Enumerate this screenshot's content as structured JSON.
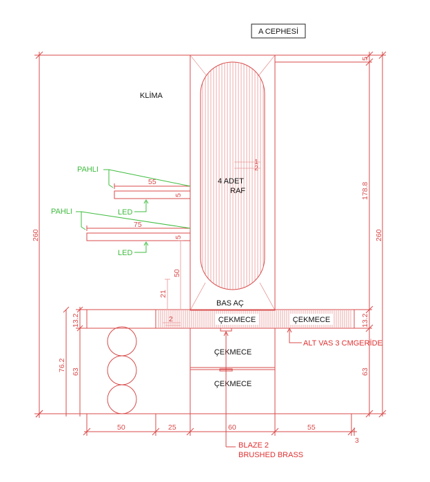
{
  "title": "A CEPHESİ",
  "labels": {
    "klima": "KLİMA",
    "raf_line1": "4 ADET",
    "raf_line2": "RAF",
    "bas_ac": "BAS AÇ",
    "cekmece_1": "ÇEKMECE",
    "cekmece_2": "ÇEKMECE",
    "cekmece_3": "ÇEKMECE",
    "cekmece_4": "ÇEKMECE",
    "pahli_1": "PAHLI",
    "pahli_2": "PAHLI",
    "led_1": "LED",
    "led_2": "LED",
    "alt_vas": "ALT VAS 3 CMGERİDE",
    "blaze_line1": "BLAZE 2",
    "blaze_line2": "BRUSHED BRASS"
  },
  "dimensions": {
    "left_total": "260",
    "right_total": "260",
    "right_top": "5",
    "right_tall": "178.8",
    "right_counter": "13.2",
    "right_bottom": "63",
    "left_counter": "13.2",
    "left_762": "76.2",
    "left_63": "63",
    "shelf1_width": "55",
    "shelf1_thick": "5",
    "shelf2_width": "75",
    "shelf2_thick": "5",
    "gap_50": "50",
    "gap_21": "21",
    "small_2a": "1",
    "small_2b": "2",
    "small_2c": "2",
    "bottom_50": "50",
    "bottom_25": "25",
    "bottom_60": "60",
    "bottom_55": "55",
    "bottom_3": "3"
  },
  "colors": {
    "line": "#d84a4a",
    "leader": "#3dbb3d",
    "note": "#e03030"
  }
}
